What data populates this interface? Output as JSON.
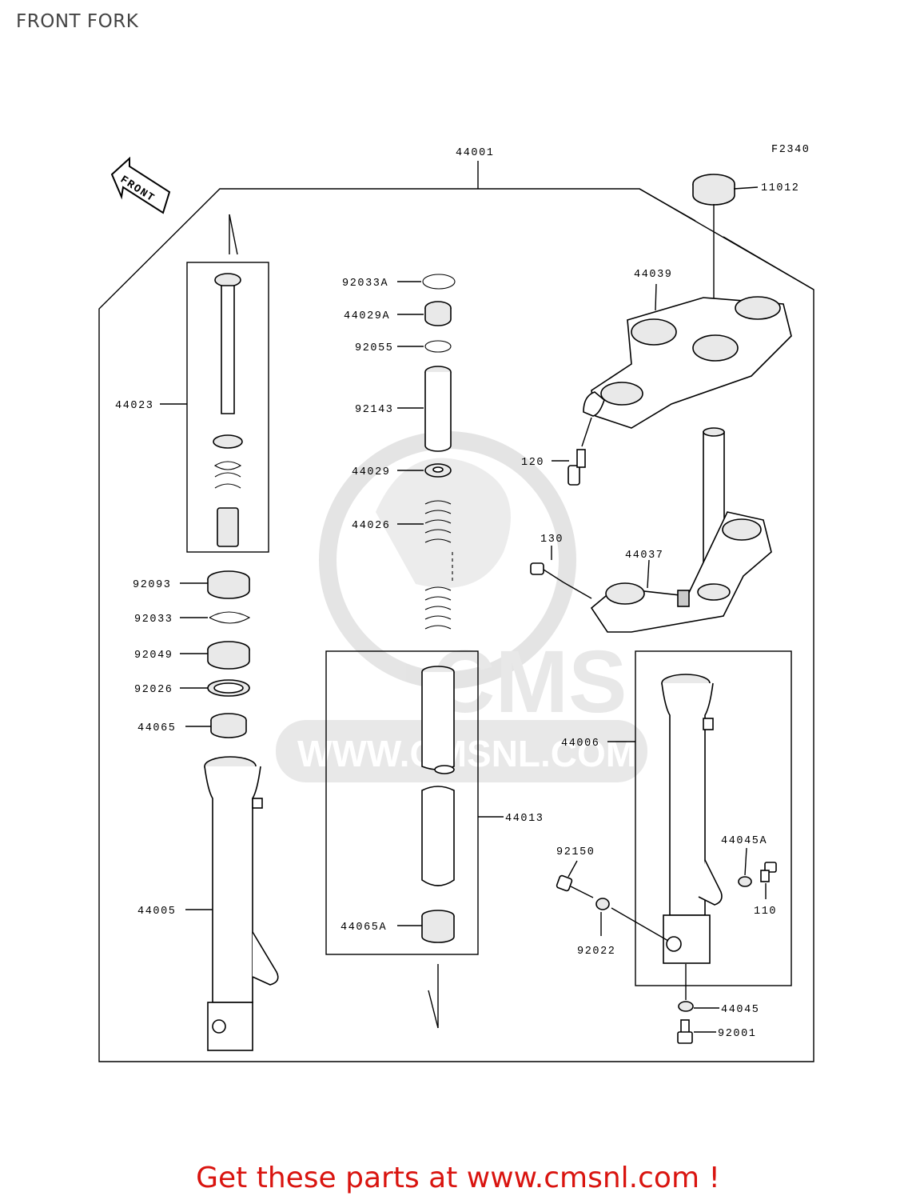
{
  "page": {
    "title": "FRONT FORK",
    "figure_code": "F2340",
    "front_label": "FRONT"
  },
  "watermark": {
    "text": "CMS",
    "url": "WWW.CMSNL.COM"
  },
  "footer": {
    "text": "Get these parts at www.cmsnl.com !",
    "color": "#d9140f"
  },
  "parts": {
    "p44001": "44001",
    "p11012": "11012",
    "p44039": "44039",
    "p120": "120",
    "p130": "130",
    "p44037": "44037",
    "p44023": "44023",
    "p92033A": "92033A",
    "p44029A": "44029A",
    "p92055": "92055",
    "p92143": "92143",
    "p44029": "44029",
    "p44026": "44026",
    "p92093": "92093",
    "p92033": "92033",
    "p92049": "92049",
    "p92026": "92026",
    "p44065": "44065",
    "p44005": "44005",
    "p44013": "44013",
    "p44065A": "44065A",
    "p44006": "44006",
    "p44045A": "44045A",
    "p92150": "92150",
    "p110": "110",
    "p92022": "92022",
    "p44045": "44045",
    "p92001": "92001"
  }
}
